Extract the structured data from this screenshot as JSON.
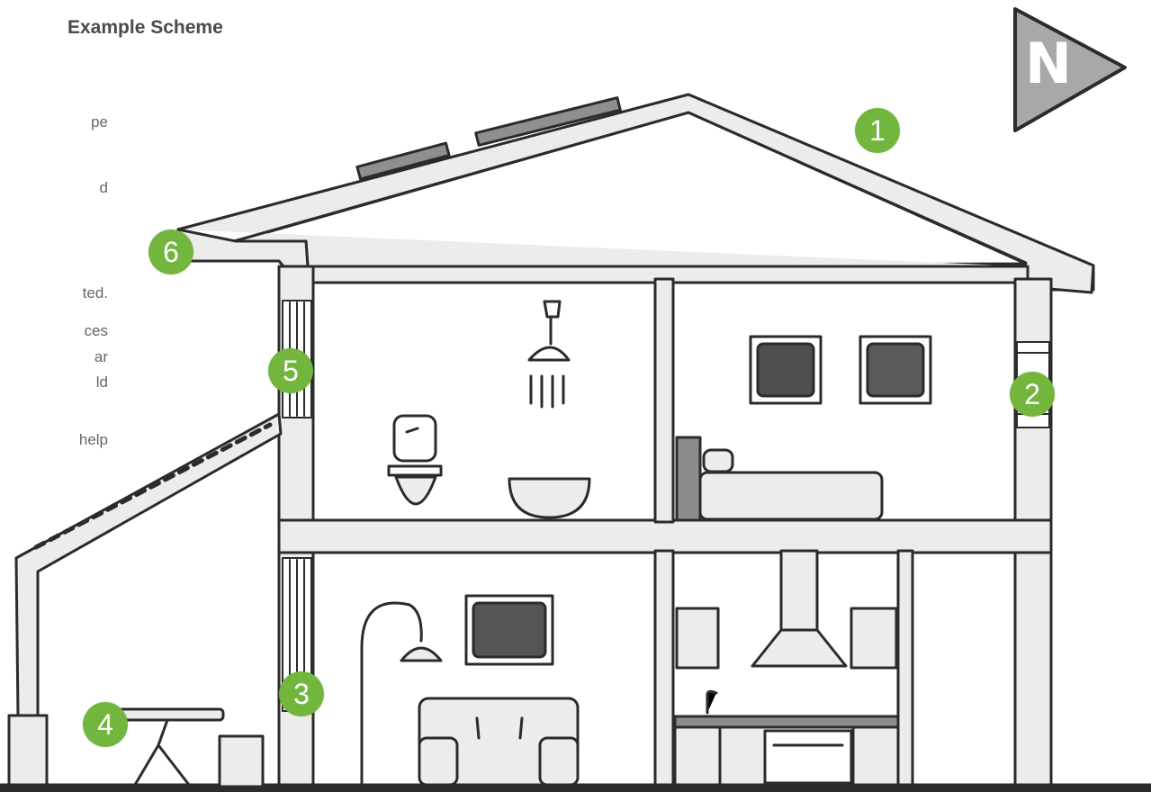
{
  "title": "Example Scheme",
  "side_fragments": [
    "pe",
    "d",
    "ted.",
    "ces",
    "ar",
    "ld",
    "help"
  ],
  "compass": {
    "letter": "N"
  },
  "markers": [
    "1",
    "2",
    "3",
    "4",
    "5",
    "6"
  ],
  "colors": {
    "badge": "#72b63e",
    "wall_fill": "#ececec",
    "outline": "#2b2b2b",
    "compass": "#a8a8a8"
  }
}
